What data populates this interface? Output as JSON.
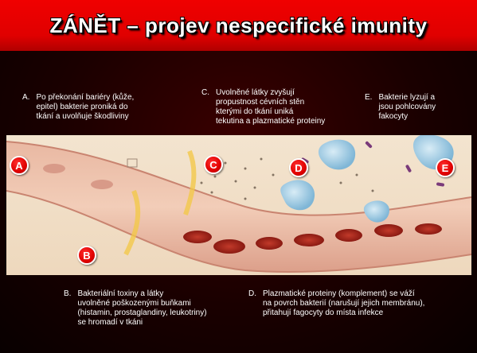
{
  "title": "ZÁNĚT – projev nespecifické imunity",
  "captions": {
    "a": {
      "letter": "A.",
      "text": "Po překonání bariéry (kůže,\nepitel) bakterie proniká do\ntkání a uvolňuje škodliviny"
    },
    "b": {
      "letter": "B.",
      "text": "Bakteriální toxiny a látky\nuvolněné poškozenými buňkami\n(histamin, prostaglandiny, leukotriny)\nse hromadí v tkáni"
    },
    "c": {
      "letter": "C.",
      "text": "Uvolněné látky zvyšují\npropustnost cévních stěn\nkterými do tkání uniká\ntekutina a plazmatické proteiny"
    },
    "d": {
      "letter": "D.",
      "text": "Plazmatické proteiny (komplement) se váží\nna povrch bakterií (narušují jejich membránu),\npřitahují fagocyty do místa infekce"
    },
    "e": {
      "letter": "E.",
      "text": "Bakterie lyzují a\njsou pohlcovány\nfakocyty"
    }
  },
  "markers": {
    "a": "A",
    "b": "B",
    "c": "C",
    "d": "D",
    "e": "E"
  },
  "colors": {
    "title_bg": "#e00000",
    "background": "#1a0000",
    "marker": "#e00000"
  }
}
